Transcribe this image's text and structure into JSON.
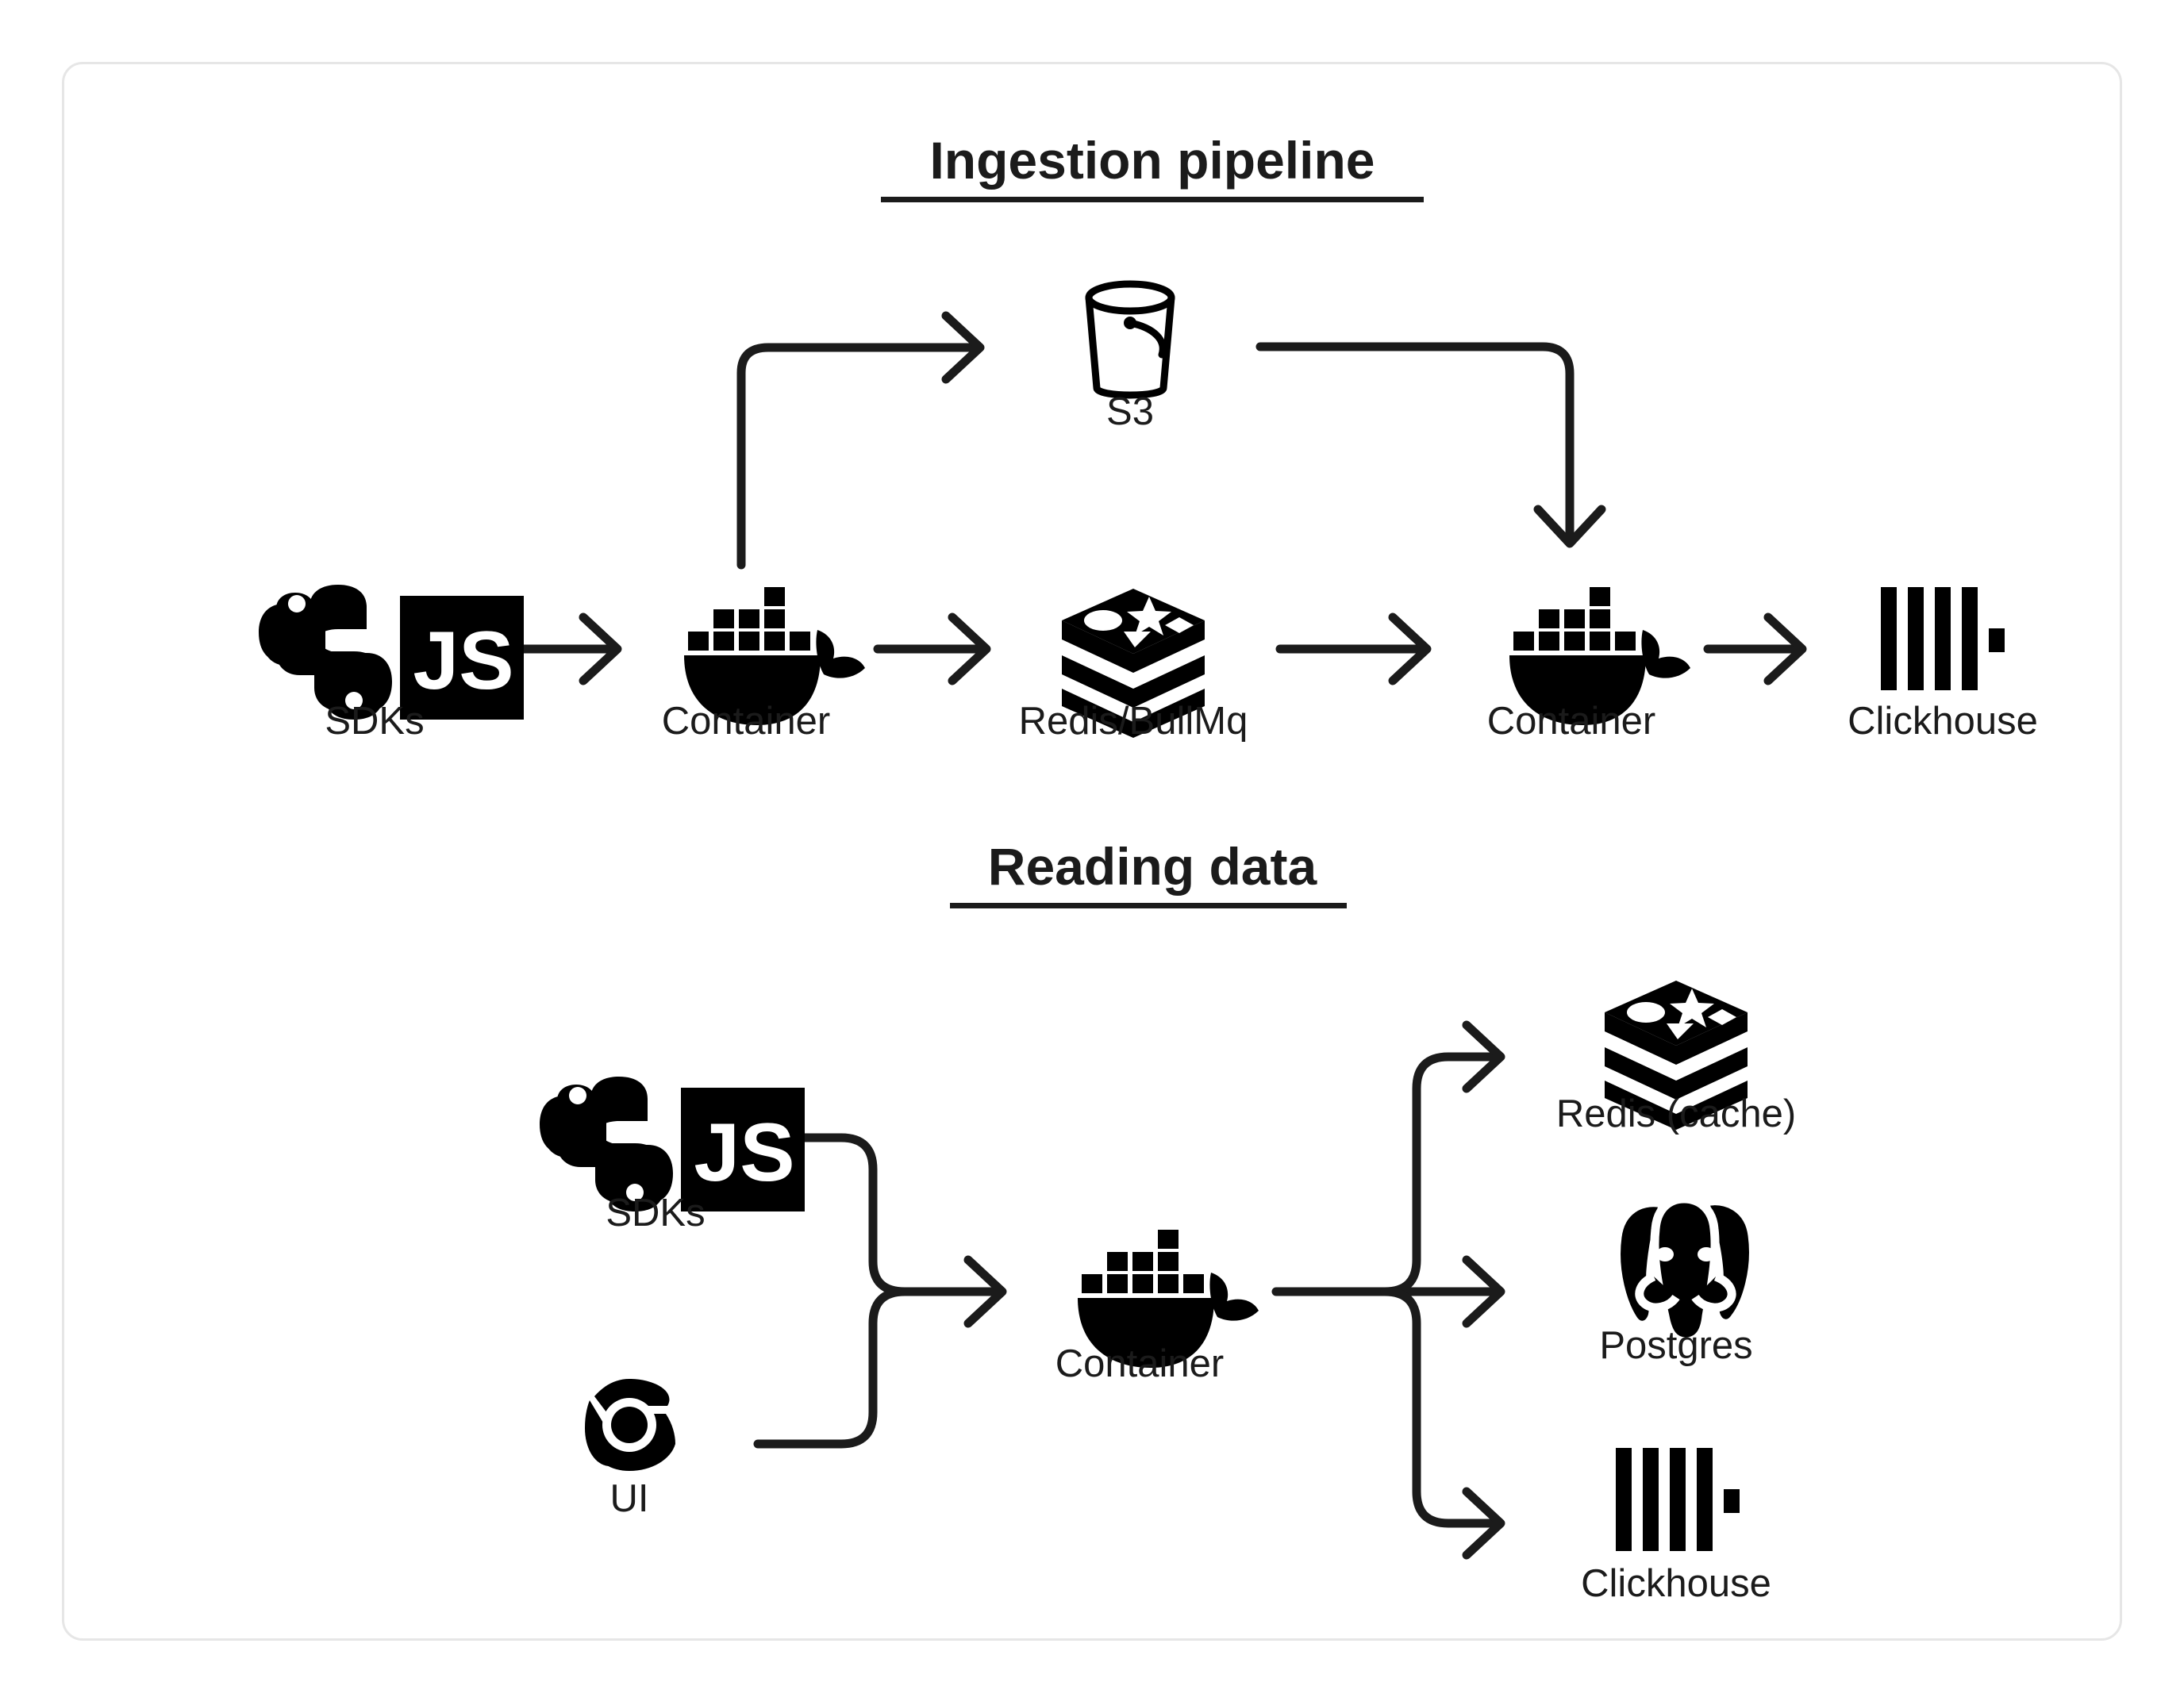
{
  "card": {
    "border_color": "#e6e6e6",
    "background": "#ffffff"
  },
  "theme": {
    "ink": "#1b1b1b",
    "icon": "#000000",
    "page_background": "#ffffff"
  },
  "sections": [
    {
      "id": "ingestion",
      "title": "Ingestion pipeline",
      "nodes": [
        {
          "id": "sdks-ingest",
          "label": "SDKs",
          "icon": "python-js-icon"
        },
        {
          "id": "container-ingest",
          "label": "Container",
          "icon": "docker-icon"
        },
        {
          "id": "s3",
          "label": "S3",
          "icon": "s3-bucket-icon"
        },
        {
          "id": "redis-bullmq",
          "label": "Redis/BullMq",
          "icon": "redis-icon"
        },
        {
          "id": "container-worker",
          "label": "Container",
          "icon": "docker-icon"
        },
        {
          "id": "clickhouse-ingest",
          "label": "Clickhouse",
          "icon": "clickhouse-icon"
        }
      ],
      "edges": [
        {
          "from": "sdks-ingest",
          "to": "container-ingest",
          "style": "straight-arrow"
        },
        {
          "from": "container-ingest",
          "to": "s3",
          "style": "elbow-up-right-arrow"
        },
        {
          "from": "container-ingest",
          "to": "redis-bullmq",
          "style": "straight-arrow"
        },
        {
          "from": "redis-bullmq",
          "to": "container-worker",
          "style": "straight-arrow"
        },
        {
          "from": "s3",
          "to": "container-worker",
          "style": "elbow-right-down-arrow"
        },
        {
          "from": "container-worker",
          "to": "clickhouse-ingest",
          "style": "straight-arrow"
        }
      ]
    },
    {
      "id": "reading",
      "title": "Reading data",
      "nodes": [
        {
          "id": "sdks-read",
          "label": "SDKs",
          "icon": "python-js-icon"
        },
        {
          "id": "ui",
          "label": "UI",
          "icon": "chrome-icon"
        },
        {
          "id": "container-read",
          "label": "Container",
          "icon": "docker-icon"
        },
        {
          "id": "redis-cache",
          "label": "Redis (cache)",
          "icon": "redis-icon"
        },
        {
          "id": "postgres",
          "label": "Postgres",
          "icon": "postgres-icon"
        },
        {
          "id": "clickhouse-read",
          "label": "Clickhouse",
          "icon": "clickhouse-icon"
        }
      ],
      "edges": [
        {
          "from": "sdks-read",
          "to": "container-read",
          "style": "merge-down-arrow"
        },
        {
          "from": "ui",
          "to": "container-read",
          "style": "merge-up-arrow"
        },
        {
          "from": "container-read",
          "to": "redis-cache",
          "style": "branch-up-arrow"
        },
        {
          "from": "container-read",
          "to": "postgres",
          "style": "straight-arrow"
        },
        {
          "from": "container-read",
          "to": "clickhouse-read",
          "style": "branch-down-arrow"
        }
      ]
    }
  ]
}
